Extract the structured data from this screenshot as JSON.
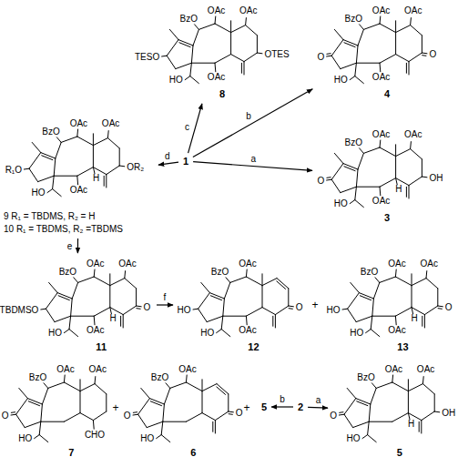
{
  "diagram": {
    "nodes": [
      {
        "text": [
          "BzO",
          "OAc",
          "OAc",
          "TESO",
          "HO",
          "OAc",
          "OTES",
          "8"
        ]
      },
      {
        "text": [
          "BzO",
          "OAc",
          "OAc",
          "O",
          "HO",
          "OAc",
          "O",
          "4"
        ]
      },
      {
        "text": [
          "BzO",
          "OAc",
          "OAc",
          "R₁O",
          "HO",
          "OAc",
          "H",
          "OR₂",
          "9 R₁ = TBDMS, R₂ = H",
          "10 R₁ = TBDMS, R₂ =TBDMS"
        ]
      },
      {
        "text": [
          "1"
        ]
      },
      {
        "text": [
          "BzO",
          "OAc",
          "OAc",
          "O",
          "HO",
          "OAc",
          "H",
          "OH",
          "3"
        ]
      },
      {
        "text": [
          "BzO",
          "OAc",
          "OAc",
          "TBDMSO",
          "HO",
          "OAc",
          "H",
          "O",
          "11"
        ]
      },
      {
        "text": [
          "BzO",
          "OAc",
          "HO",
          "HO",
          "OAc",
          "O",
          "12"
        ]
      },
      {
        "text": [
          "BzO",
          "OAc",
          "OAc",
          "HO",
          "HO",
          "OAc",
          "H",
          "O",
          "13"
        ]
      },
      {
        "text": [
          "BzO",
          "OAc",
          "OAc",
          "O",
          "HO",
          "CHO",
          "7"
        ]
      },
      {
        "text": [
          "BzO",
          "OAc",
          "O",
          "HO",
          "O",
          "6"
        ]
      },
      {
        "text": [
          "5"
        ]
      },
      {
        "text": [
          "2"
        ]
      },
      {
        "text": [
          "BzO",
          "OAc",
          "OAc",
          "O",
          "HO",
          "H",
          "OH",
          "5"
        ]
      }
    ],
    "edges": [
      {
        "from": 3,
        "to": 0,
        "label": "c",
        "arrow": "to"
      },
      {
        "from": 3,
        "to": 1,
        "label": "b",
        "arrow": "to"
      },
      {
        "from": 3,
        "to": 4,
        "label": "a",
        "arrow": "to"
      },
      {
        "from": 3,
        "to": 2,
        "label": "d",
        "arrow": "to"
      },
      {
        "from": 2,
        "to": 5,
        "label": "e",
        "arrow": "to"
      },
      {
        "from": 5,
        "to": 6,
        "label": "f",
        "arrow": "to"
      },
      {
        "from": 11,
        "to": 10,
        "label": "b",
        "arrow": "to"
      },
      {
        "from": 11,
        "to": 12,
        "label": "a",
        "arrow": "to"
      }
    ],
    "labels": [
      "+",
      "+",
      "+"
    ]
  }
}
